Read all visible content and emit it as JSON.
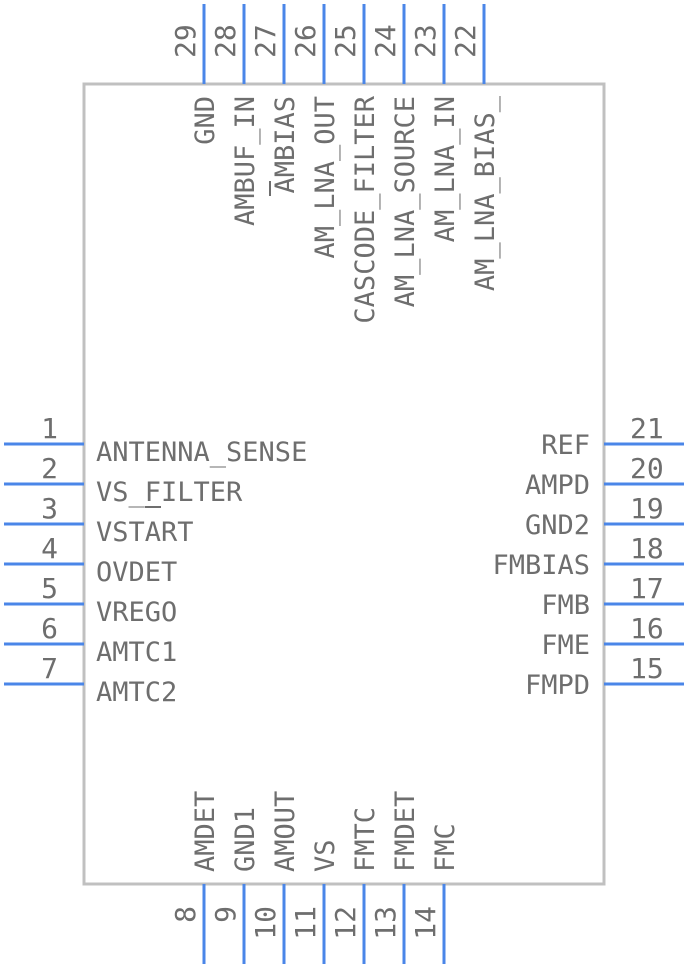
{
  "component": {
    "pins_left": [
      {
        "number": "1",
        "name": "ANTENNA_SENSE"
      },
      {
        "number": "2",
        "name": "VS_FILTER"
      },
      {
        "number": "3",
        "name": "VSTART"
      },
      {
        "number": "4",
        "name": "OVDET"
      },
      {
        "number": "5",
        "name": "VREGO"
      },
      {
        "number": "6",
        "name": "AMTC1"
      },
      {
        "number": "7",
        "name": "AMTC2"
      }
    ],
    "pins_bottom": [
      {
        "number": "8",
        "name": "AMDET"
      },
      {
        "number": "9",
        "name": "GND1"
      },
      {
        "number": "10",
        "name": "AMOUT"
      },
      {
        "number": "11",
        "name": "VS"
      },
      {
        "number": "12",
        "name": "FMTC"
      },
      {
        "number": "13",
        "name": "FMDET"
      },
      {
        "number": "14",
        "name": "FMC"
      }
    ],
    "pins_right": [
      {
        "number": "15",
        "name": "FMPD"
      },
      {
        "number": "16",
        "name": "FME"
      },
      {
        "number": "17",
        "name": "FMB"
      },
      {
        "number": "18",
        "name": "FMBIAS"
      },
      {
        "number": "19",
        "name": "GND2"
      },
      {
        "number": "20",
        "name": "AMPD"
      },
      {
        "number": "21",
        "name": "REF"
      }
    ],
    "pins_top": [
      {
        "number": "22",
        "name": "AM_LNA_BIAS_"
      },
      {
        "number": "23",
        "name": "AM_LNA_IN"
      },
      {
        "number": "24",
        "name": "AM_LNA_SOURCE"
      },
      {
        "number": "25",
        "name": "CASCODE_FILTER"
      },
      {
        "number": "26",
        "name": "AM_LNA_OUT"
      },
      {
        "number": "27",
        "name": "AMBIAS"
      },
      {
        "number": "28",
        "name": "AMBUF_IN"
      },
      {
        "number": "29",
        "name": "GND"
      }
    ]
  }
}
